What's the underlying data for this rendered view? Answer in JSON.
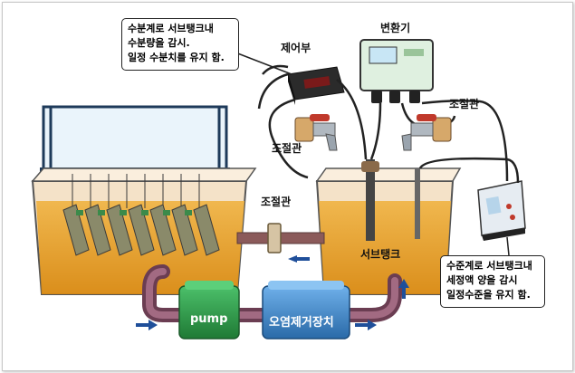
{
  "callouts": {
    "top": [
      "수분계로 서브탱크내",
      "수분량을 감시.",
      "일정 수분치를 유지 함."
    ],
    "bottom_right": [
      "수준계로 서브탱크내",
      "세정액 양을 감시",
      "일정수준을 유지 함."
    ]
  },
  "labels": {
    "controller": "제어부",
    "transducer": "변환기",
    "valve_left": "조절관",
    "valve_right": "조절관",
    "valve_middle": "조절관",
    "sub_tank": "서브탱크",
    "pump": "pump",
    "filter": "오염제거장치"
  },
  "colors": {
    "liquid": "#e8a12a",
    "pump": "#2f9a4a",
    "filter": "#3f86c8",
    "pipe": "#7a4a5a",
    "arrow": "#1f4f9a",
    "valve": "#c0392b",
    "transducer": "#dff0e0"
  }
}
